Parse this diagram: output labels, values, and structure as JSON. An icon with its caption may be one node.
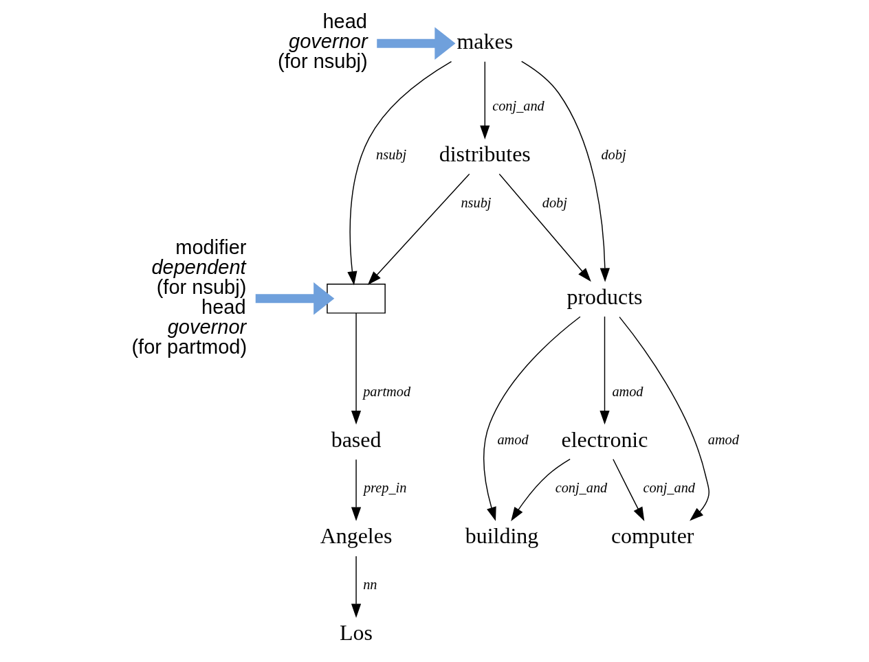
{
  "diagram": {
    "nodes": [
      {
        "text": [
          "head",
          "governor",
          "(for nsubj)"
        ]
      },
      {
        "text": [
          "makes"
        ]
      },
      {
        "text": [
          "distributes"
        ]
      },
      {
        "text": [
          "modifier",
          "dependent",
          "(for nsubj)",
          "head",
          "governor",
          "(for partmod)"
        ]
      },
      {
        "text": [],
        "shape": "box"
      },
      {
        "text": [
          "products"
        ]
      },
      {
        "text": [
          "based"
        ]
      },
      {
        "text": [
          "electronic"
        ]
      },
      {
        "text": [
          "Angeles"
        ]
      },
      {
        "text": [
          "computer"
        ]
      },
      {
        "text": [
          "building"
        ]
      },
      {
        "text": [
          "Los"
        ]
      }
    ],
    "edges": [
      {
        "from": 0,
        "to": 1,
        "arrow": "to",
        "style": "thick",
        "color": "#6fa0dc"
      },
      {
        "from": 1,
        "to": 2,
        "arrow": "to",
        "label": "conj_and"
      },
      {
        "from": 1,
        "to": 4,
        "arrow": "to",
        "label": "nsubj"
      },
      {
        "from": 1,
        "to": 5,
        "arrow": "to",
        "label": "dobj"
      },
      {
        "from": 2,
        "to": 4,
        "arrow": "to",
        "label": "nsubj"
      },
      {
        "from": 2,
        "to": 5,
        "arrow": "to",
        "label": "dobj"
      },
      {
        "from": 3,
        "to": 4,
        "arrow": "to",
        "style": "thick",
        "color": "#6fa0dc"
      },
      {
        "from": 4,
        "to": 6,
        "arrow": "to",
        "label": "partmod"
      },
      {
        "from": 5,
        "to": 9,
        "arrow": "to",
        "label": "amod"
      },
      {
        "from": 5,
        "to": 7,
        "arrow": "to",
        "label": "amod"
      },
      {
        "from": 5,
        "to": 10,
        "arrow": "to",
        "label": "amod"
      },
      {
        "from": 6,
        "to": 8,
        "arrow": "to",
        "label": "prep_in"
      },
      {
        "from": 7,
        "to": 9,
        "arrow": "to",
        "label": "conj_and"
      },
      {
        "from": 7,
        "to": 10,
        "arrow": "to",
        "label": "conj_and"
      },
      {
        "from": 8,
        "to": 11,
        "arrow": "to",
        "label": "nn"
      }
    ]
  }
}
